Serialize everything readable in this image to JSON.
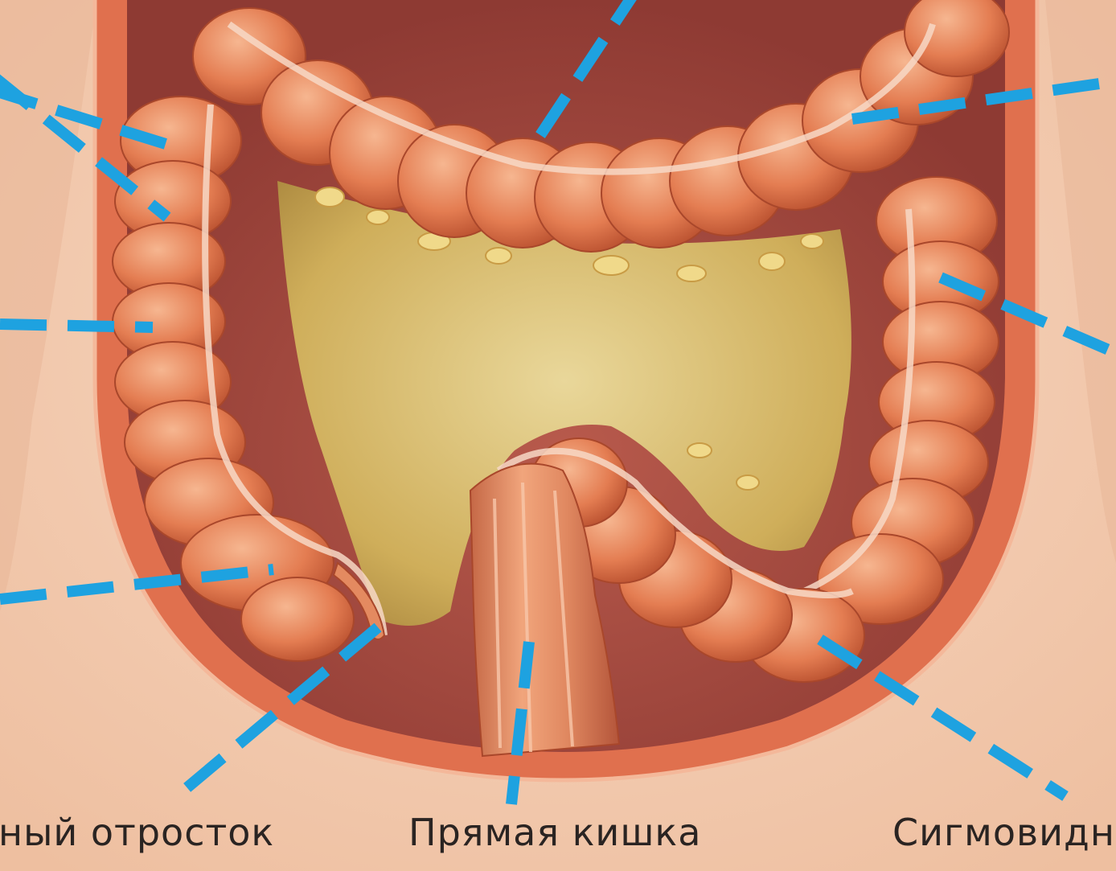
{
  "labels": {
    "appendix": "ный отросток",
    "rectum": "Прямая кишка",
    "sigmoid": "Сигмовидн"
  },
  "colors": {
    "skin": "#f5cdb2",
    "cavity_wall": "#e0704e",
    "colon": "#e88a5e",
    "omentum": "#d9bf6a",
    "leader_line": "#1ea2e0",
    "label_text": "#2a2422"
  }
}
